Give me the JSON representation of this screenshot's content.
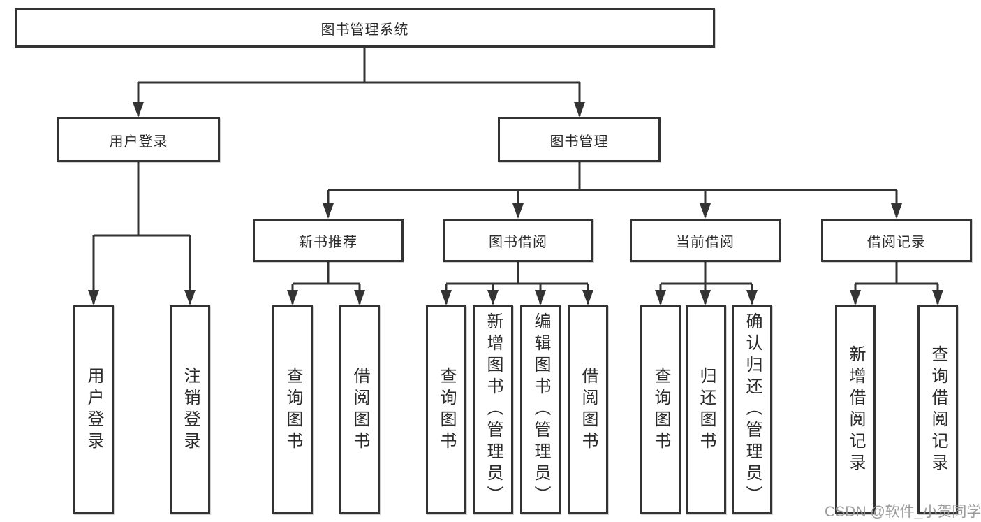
{
  "colors": {
    "line": "#333333",
    "text": "#2b2b2b",
    "watermark": "#9b9b9b",
    "background": "#ffffff"
  },
  "watermark": "CSDN @软件_小贺同学",
  "tree": {
    "root": {
      "label": "图书管理系统"
    },
    "branches": [
      {
        "label": "用户登录",
        "children": [
          {
            "label": "用户登录"
          },
          {
            "label": "注销登录"
          }
        ]
      },
      {
        "label": "图书管理",
        "children": [
          {
            "label": "新书推荐",
            "children": [
              {
                "label": "查询图书"
              },
              {
                "label": "借阅图书"
              }
            ]
          },
          {
            "label": "图书借阅",
            "children": [
              {
                "label": "查询图书"
              },
              {
                "label": "新增图书（管理员）"
              },
              {
                "label": "编辑图书（管理员）"
              },
              {
                "label": "借阅图书"
              }
            ]
          },
          {
            "label": "当前借阅",
            "children": [
              {
                "label": "查询图书"
              },
              {
                "label": "归还图书"
              },
              {
                "label": "确认归还（管理员）"
              }
            ]
          },
          {
            "label": "借阅记录",
            "children": [
              {
                "label": "新增借阅记录"
              },
              {
                "label": "查询借阅记录"
              }
            ]
          }
        ]
      }
    ]
  }
}
